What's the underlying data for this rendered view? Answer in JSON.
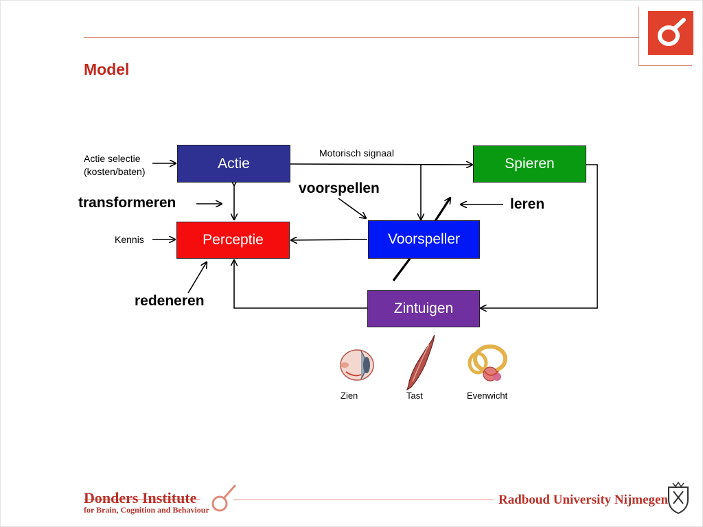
{
  "slide": {
    "title": "Model"
  },
  "boxes": {
    "actie": {
      "label": "Actie",
      "color": "#2e3192"
    },
    "spieren": {
      "label": "Spieren",
      "color": "#0a9a12"
    },
    "perceptie": {
      "label": "Perceptie",
      "color": "#f50d0d"
    },
    "voorspeller": {
      "label": "Voorspeller",
      "color": "#0018f5"
    },
    "zintuigen": {
      "label": "Zintuigen",
      "color": "#7030a0"
    }
  },
  "labels": {
    "actie_selectie_1": "Actie selectie",
    "actie_selectie_2": "(kosten/baten)",
    "motorisch_signaal": "Motorisch signaal",
    "kennis": "Kennis",
    "transformeren": "transformeren",
    "voorspellen": "voorspellen",
    "leren": "leren",
    "redeneren": "redeneren"
  },
  "senses": [
    {
      "label": "Zien",
      "icon": "eye-icon"
    },
    {
      "label": "Tast",
      "icon": "muscle-icon"
    },
    {
      "label": "Evenwicht",
      "icon": "inner-ear-icon"
    }
  ],
  "footer": {
    "left_title": "Donders Institute",
    "left_subtitle": "for Brain, Cognition and Behaviour",
    "right_title": "Radboud University Nijmegen"
  },
  "colors": {
    "accent_red": "#c0281e",
    "logo_red": "#e0412d"
  }
}
